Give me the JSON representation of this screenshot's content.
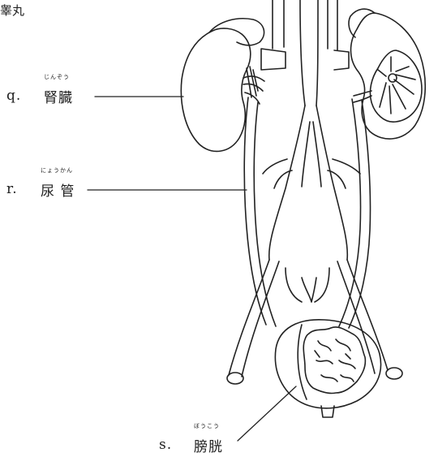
{
  "corner_text": "睾丸",
  "labels": {
    "q": {
      "letter": "q.",
      "kanji": "腎臓",
      "ruby": "じんぞう"
    },
    "r": {
      "letter": "r.",
      "kanji": "尿 管",
      "ruby": "にょうかん"
    },
    "s": {
      "letter": "s.",
      "kanji": "膀胱",
      "ruby": "ぼうこう"
    }
  }
}
